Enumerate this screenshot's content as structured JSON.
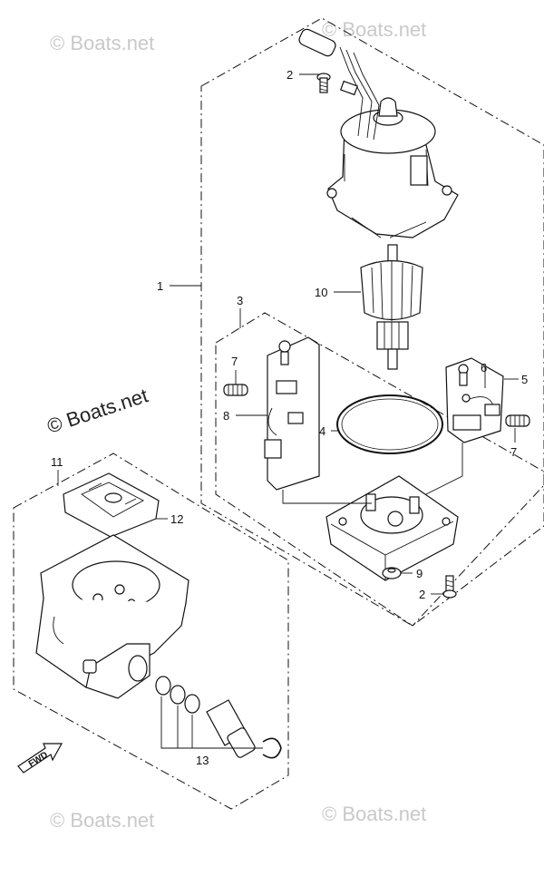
{
  "watermarks": [
    "© Boats.net",
    "© Boats.net",
    "© Boats.net",
    "© Boats.net",
    "© Boats.net"
  ],
  "callouts": {
    "c1": "1",
    "c2a": "2",
    "c2b": "2",
    "c3": "3",
    "c4": "4",
    "c5": "5",
    "c6": "6",
    "c7a": "7",
    "c7b": "7",
    "c8": "8",
    "c9": "9",
    "c10": "10",
    "c11": "11",
    "c12": "12",
    "c13": "13"
  },
  "fwd_label": "FWD"
}
